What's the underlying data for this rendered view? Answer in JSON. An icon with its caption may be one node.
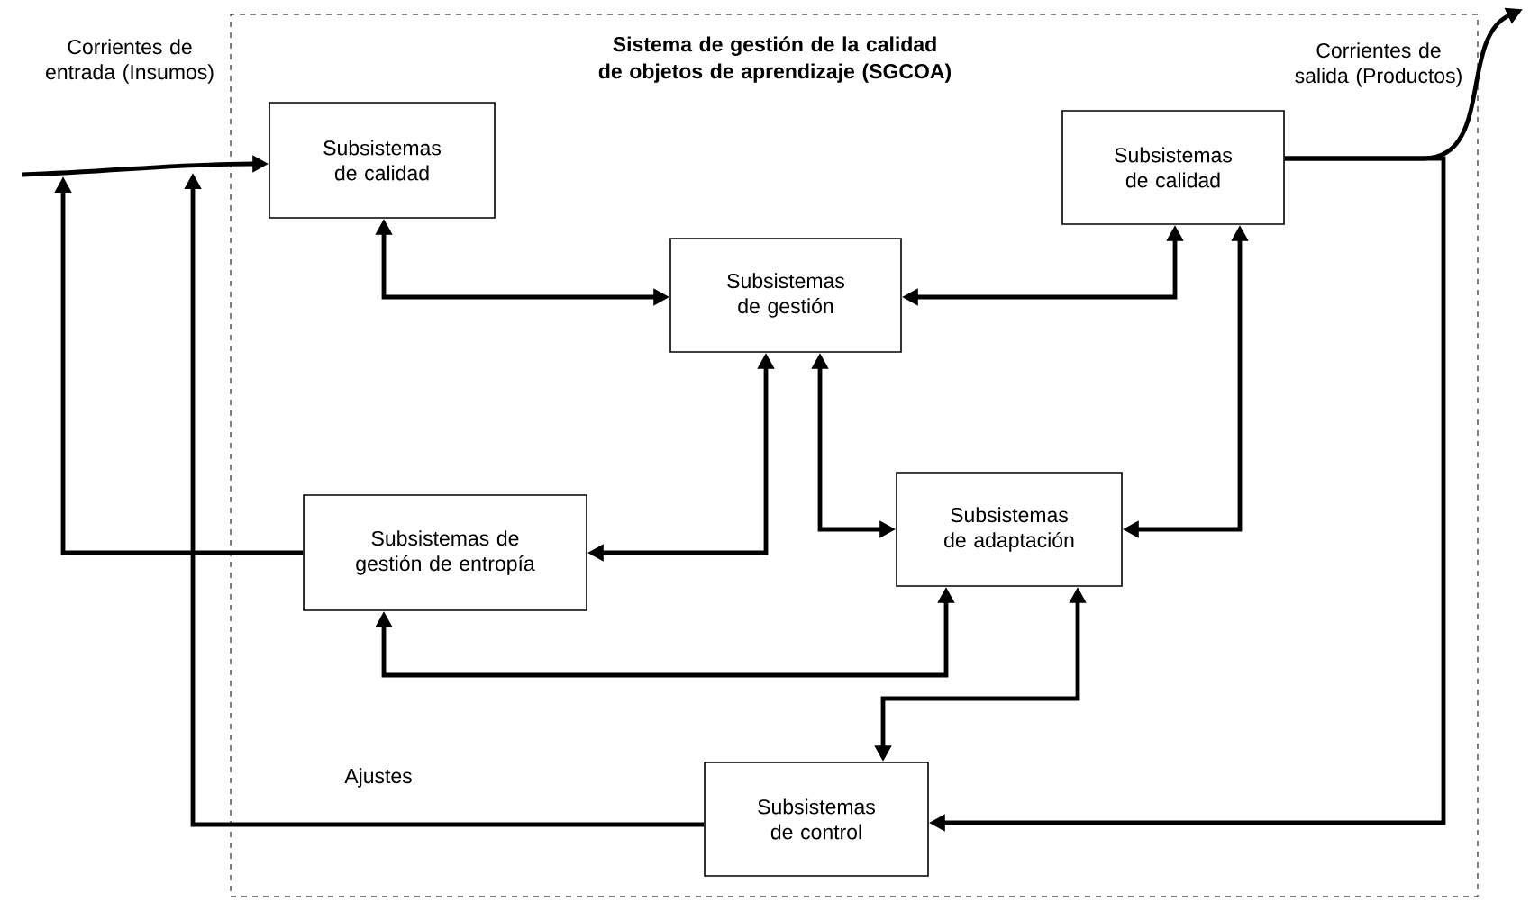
{
  "diagram": {
    "nodes": [
      {
        "text": [
          "Sistema de gestión de la calidad de objetos de aprendizaje (SGCOA)"
        ]
      },
      {
        "text": [
          "Subsistemas de calidad"
        ],
        "in": 0
      },
      {
        "text": [
          "Subsistemas de gestión"
        ],
        "in": 0
      },
      {
        "text": [
          "Subsistemas de calidad"
        ],
        "in": 0
      },
      {
        "text": [
          "Subsistemas de gestión de entropía"
        ],
        "in": 0
      },
      {
        "text": [
          "Subsistemas de adaptación"
        ],
        "in": 0
      },
      {
        "text": [
          "Subsistemas de control"
        ],
        "in": 0
      }
    ],
    "edges": [
      {
        "from": null,
        "to": 1,
        "arrow": "to"
      },
      {
        "from": 1,
        "to": 2,
        "arrow": "both"
      },
      {
        "from": 2,
        "to": 3,
        "arrow": "both"
      },
      {
        "from": 3,
        "to": null,
        "arrow": "to"
      },
      {
        "from": 4,
        "to": 2,
        "arrow": "both"
      },
      {
        "from": 2,
        "to": 5,
        "arrow": "both"
      },
      {
        "from": 3,
        "to": 5,
        "arrow": "both"
      },
      {
        "from": 4,
        "to": 5,
        "arrow": "both"
      },
      {
        "from": 5,
        "to": 6,
        "arrow": "both"
      },
      {
        "from": 3,
        "to": 6,
        "arrow": "to"
      },
      {
        "from": 6,
        "to": null,
        "arrow": "to",
        "label": "Ajustes"
      },
      {
        "from": 4,
        "to": null,
        "arrow": "to"
      }
    ],
    "labels": [
      "Corrientes de entrada (Insumos)",
      "Corrientes de salida (Productos)"
    ]
  }
}
